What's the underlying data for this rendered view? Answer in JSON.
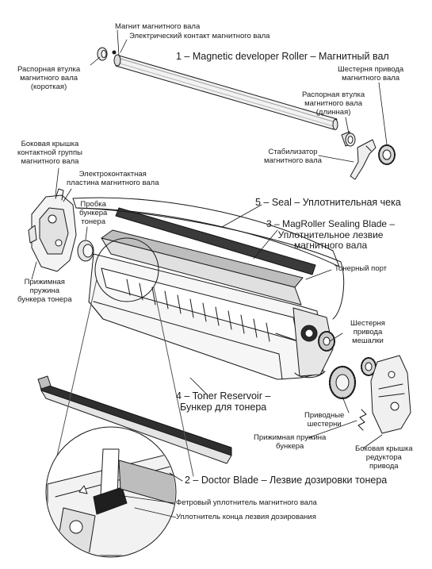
{
  "labels": {
    "magnet_shaft": "Магнит магнитного вала",
    "electric_contact": "Электрический контакт магнитного вала",
    "mag_roller": "1 – Magnetic developer Roller – Магнитный вал",
    "spacer_short": [
      "Распорная втулка",
      "магнитного вала",
      "(короткая)"
    ],
    "drive_gear_roller": [
      "Шестерня привода",
      "магнитного вала"
    ],
    "spacer_long": [
      "Распорная втулка",
      "магнитного вала",
      "(длинная)"
    ],
    "stabilizer": [
      "Стабилизатор",
      "магнитного вала"
    ],
    "side_cover_contact": [
      "Боковая крышка",
      "контактной группы",
      "магнитного вала"
    ],
    "contact_plate": [
      "Электроконтактная",
      "пластина магнитного вала"
    ],
    "hopper_plug": [
      "Пробка",
      "бункера",
      "тонера"
    ],
    "seal": "5 – Seal – Уплотнительная чека",
    "sealing_blade": [
      "3 – MagRoller Sealing Blade –",
      "Уплотнительное лезвие",
      "магнитного вала"
    ],
    "toner_port": "Тонерный порт",
    "hopper_spring_left": [
      "Прижимная",
      "пружина",
      "бункера тонера"
    ],
    "stirrer_gear": [
      "Шестерня",
      "привода",
      "мешалки"
    ],
    "toner_reservoir": [
      "4 – Toner Reservoir –",
      "Бункер для тонера"
    ],
    "drive_gears": [
      "Приводные",
      "шестерни"
    ],
    "hopper_spring_right": [
      "Прижимная пружина",
      "бункера"
    ],
    "side_cover_drive": [
      "Боковая крышка",
      "редуктора",
      "привода"
    ],
    "doctor_blade": "2 – Doctor Blade – Лезвие дозировки тонера",
    "felt_seal": "Фетровый уплотнитель магнитного вала",
    "blade_end_seal": "Уплотнитель конца лезвия дозирования"
  }
}
